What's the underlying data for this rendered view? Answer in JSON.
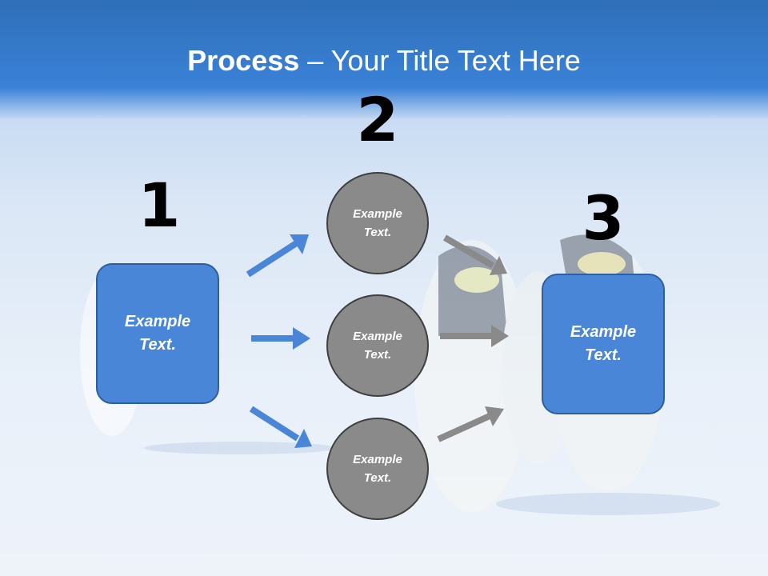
{
  "slide": {
    "title_bold": "Process",
    "title_rest": " – Your Title Text Here"
  },
  "steps": {
    "step1": "1",
    "step2": "2",
    "step3": "3"
  },
  "boxes": {
    "left": "Example Text.",
    "right": "Example Text."
  },
  "circles": [
    "Example Text.",
    "Example Text.",
    "Example Text."
  ],
  "colors": {
    "title_band": "#3a82d8",
    "box_fill": "#4a86d8",
    "circle_fill": "#8a8a8a",
    "arrow_blue": "#4a86d8",
    "arrow_gray": "#8a8a8a"
  }
}
